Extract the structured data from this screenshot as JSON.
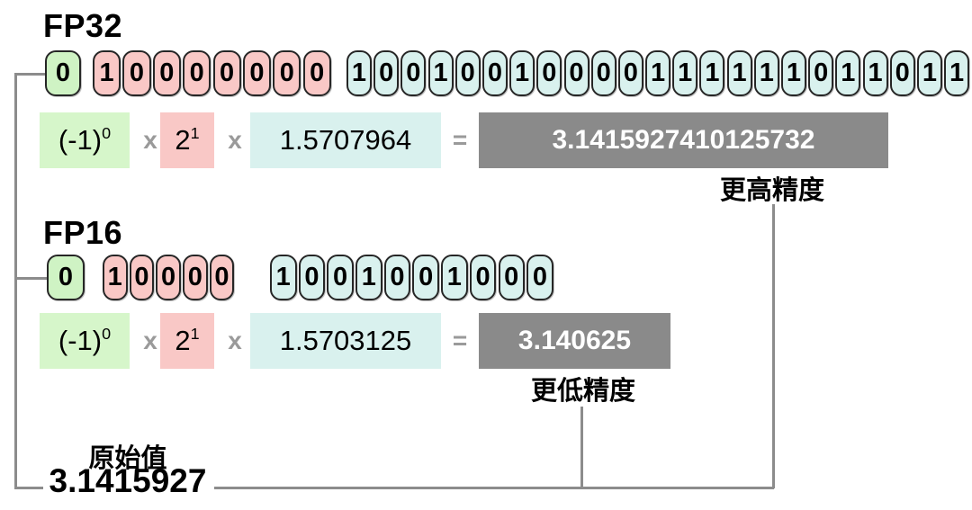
{
  "fp32": {
    "title": "FP32",
    "sign_bits": [
      "0"
    ],
    "exponent_bits": [
      "1",
      "0",
      "0",
      "0",
      "0",
      "0",
      "0",
      "0"
    ],
    "mantissa_bits": [
      "1",
      "0",
      "0",
      "1",
      "0",
      "0",
      "1",
      "0",
      "0",
      "0",
      "0",
      "1",
      "1",
      "1",
      "1",
      "1",
      "1",
      "0",
      "1",
      "1",
      "0",
      "1",
      "1"
    ],
    "formula": {
      "sign_base": "(-1)",
      "sign_exp": "0",
      "times": "x",
      "pow_base": "2",
      "pow_exp": "1",
      "mantissa_value": "1.5707964",
      "equals": "=",
      "result": "3.1415927410125732"
    },
    "precision_label": "更高精度"
  },
  "fp16": {
    "title": "FP16",
    "sign_bits": [
      "0"
    ],
    "exponent_bits": [
      "1",
      "0",
      "0",
      "0",
      "0"
    ],
    "mantissa_bits": [
      "1",
      "0",
      "0",
      "1",
      "0",
      "0",
      "1",
      "0",
      "0",
      "0"
    ],
    "formula": {
      "sign_base": "(-1)",
      "sign_exp": "0",
      "times": "x",
      "pow_base": "2",
      "pow_exp": "1",
      "mantissa_value": "1.5703125",
      "equals": "=",
      "result": "3.140625"
    },
    "precision_label": "更低精度"
  },
  "original": {
    "label": "原始值",
    "value": "3.1415927"
  },
  "colors": {
    "sign_green": "#cff3c4",
    "exponent_pink": "#f9c8c6",
    "mantissa_cyan": "#d9f1ee",
    "result_gray": "#8a8a8a",
    "connector_line": "#8c8c8c"
  }
}
